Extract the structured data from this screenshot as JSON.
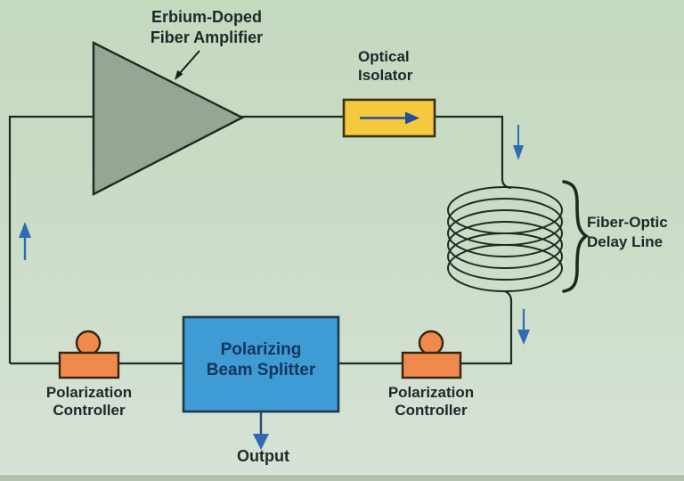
{
  "diagram": {
    "type": "fiber-laser-loop-schematic",
    "components": {
      "amplifier": {
        "name1": "Erbium-Doped",
        "name2": "Fiber Amplifier"
      },
      "isolator": {
        "name1": "Optical",
        "name2": "Isolator"
      },
      "delay_line": {
        "name1": "Fiber-Optic",
        "name2": "Delay Line"
      },
      "beam_splitter": {
        "name1": "Polarizing",
        "name2": "Beam Splitter"
      },
      "controller_left": {
        "name1": "Polarization",
        "name2": "Controller"
      },
      "controller_right": {
        "name1": "Polarization",
        "name2": "Controller"
      },
      "output": {
        "name": "Output"
      }
    },
    "icons": {
      "isolator_arrow": "right-arrow",
      "flow_arrow_top_right": "down-arrow",
      "flow_arrow_mid_right": "down-arrow",
      "flow_arrow_left": "up-arrow",
      "output_arrow": "down-arrow",
      "label_pointer": "diagonal-arrow",
      "delay_line_brace": "right-curly-brace",
      "delay_line_coil": "fiber-coil"
    },
    "colors": {
      "background_top": "#c4dabf",
      "background_bottom": "#d7e2d7",
      "footer_strip": "#aec2ac",
      "wire": "#1e2b21",
      "amplifier_fill": "#94a794",
      "isolator_fill": "#f6c83e",
      "beam_splitter_fill": "#3f9bd3",
      "controller_fill": "#f08a4c",
      "flow_arrow_blue": "#2d6cb5",
      "isolator_arrow_blue": "#1e4f9c",
      "label_text": "#20282a",
      "beam_splitter_text": "#14365c"
    }
  }
}
